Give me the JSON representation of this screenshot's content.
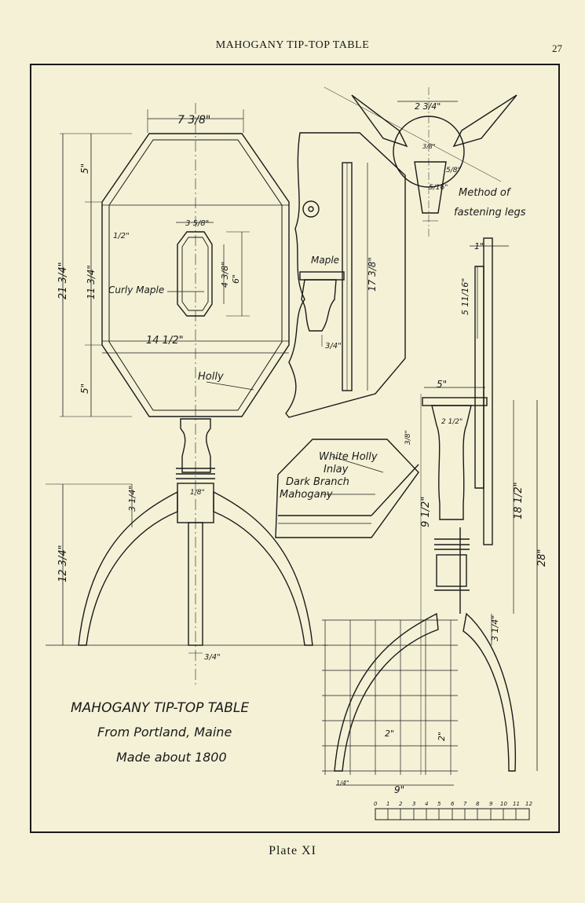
{
  "page": {
    "running_head": "MAHOGANY TIP-TOP TABLE",
    "page_number": "27",
    "plate_label": "Plate XI"
  },
  "caption": {
    "line1": "MAHOGANY TIP-TOP TABLE",
    "line2": "From Portland, Maine",
    "line3": "Made about 1800"
  },
  "labels": {
    "curly_maple": "Curly Maple",
    "holly": "Holly",
    "maple": "Maple",
    "method": "Method of",
    "fastening": "fastening legs",
    "white_holly": "White Holly",
    "inlay": "Inlay",
    "dark_branch": "Dark Branch",
    "mahogany": "Mahogany"
  },
  "dimensions": {
    "top_width": "7 3/8\"",
    "top_length": "21 3/4\"",
    "top_inner": "11 3/4\"",
    "top_five_a": "5\"",
    "top_five_b": "5\"",
    "border": "1/2\"",
    "panel_w": "3 5/8\"",
    "panel_h1": "4 3/8\"",
    "panel_h2": "6\"",
    "top_width_full": "14 1/2\"",
    "leg_height": "12 3/4\"",
    "hub_h": "3 1/4\"",
    "hub_top": "1/8\"",
    "foot": "3/4\"",
    "cleat": "17 3/8\"",
    "cleat_w": "3/4\"",
    "fasten_w": "2 3/4\"",
    "fasten_a": "5/8\"",
    "fasten_b": "5/16\"",
    "fasten_c": "3/8\"",
    "side_one": "1\"",
    "side_five": "5 11/16\"",
    "side_five_b": "5\"",
    "side_total": "28\"",
    "side_18": "18 1/2\"",
    "side_9": "9 1/2\"",
    "side_2": "2 1/2\"",
    "side_3": "3/8\"",
    "side_leg": "3 1/4\"",
    "grid_2a": "2\"",
    "grid_2b": "2\"",
    "spread": "9\"",
    "small": "1/4\""
  },
  "scale": {
    "ticks": [
      "0",
      "1",
      "2",
      "3",
      "4",
      "5",
      "6",
      "7",
      "8",
      "9",
      "10",
      "11",
      "12"
    ]
  }
}
